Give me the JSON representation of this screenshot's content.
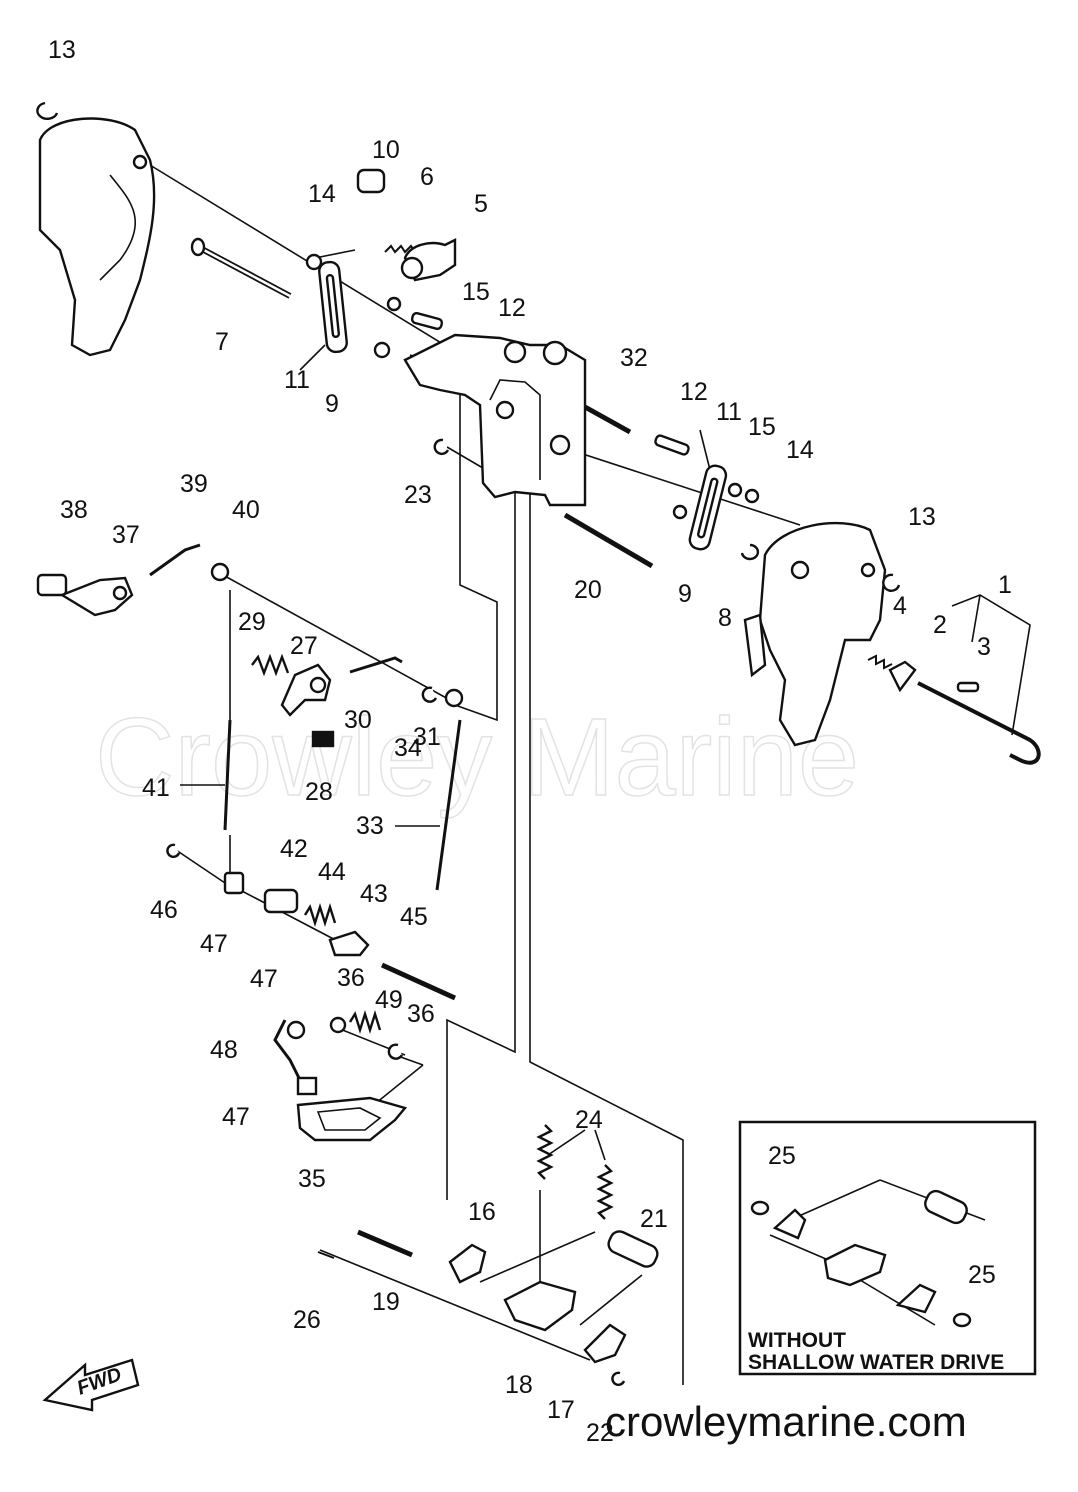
{
  "watermark": "Crowley Marine",
  "site_url": "crowleymarine.com",
  "direction_label": "FWD",
  "inset": {
    "caption_line1": "WITHOUT",
    "caption_line2": "SHALLOW WATER DRIVE"
  },
  "callouts": {
    "c13a": "13",
    "c10": "10",
    "c6": "6",
    "c14a": "14",
    "c5": "5",
    "c15a": "15",
    "c12a": "12",
    "c7": "7",
    "c11a": "11",
    "c9a": "9",
    "c32": "32",
    "c12b": "12",
    "c11b": "11",
    "c15b": "15",
    "c14b": "14",
    "c23": "23",
    "c38": "38",
    "c39": "39",
    "c37": "37",
    "c40": "40",
    "c13b": "13",
    "c20": "20",
    "c9b": "9",
    "c8": "8",
    "c1": "1",
    "c2": "2",
    "c4": "4",
    "c3": "3",
    "c29": "29",
    "c27": "27",
    "c30": "30",
    "c34": "34",
    "c31": "31",
    "c28": "28",
    "c41": "41",
    "c33": "33",
    "c42": "42",
    "c44": "44",
    "c46": "46",
    "c47a": "47",
    "c43": "43",
    "c45": "45",
    "c47b": "47",
    "c36a": "36",
    "c49": "49",
    "c36b": "36",
    "c48": "48",
    "c47c": "47",
    "c35": "35",
    "c24": "24",
    "c16": "16",
    "c21": "21",
    "c19": "19",
    "c26": "26",
    "c18": "18",
    "c17": "17",
    "c22": "22",
    "c25a": "25",
    "c25b": "25"
  }
}
